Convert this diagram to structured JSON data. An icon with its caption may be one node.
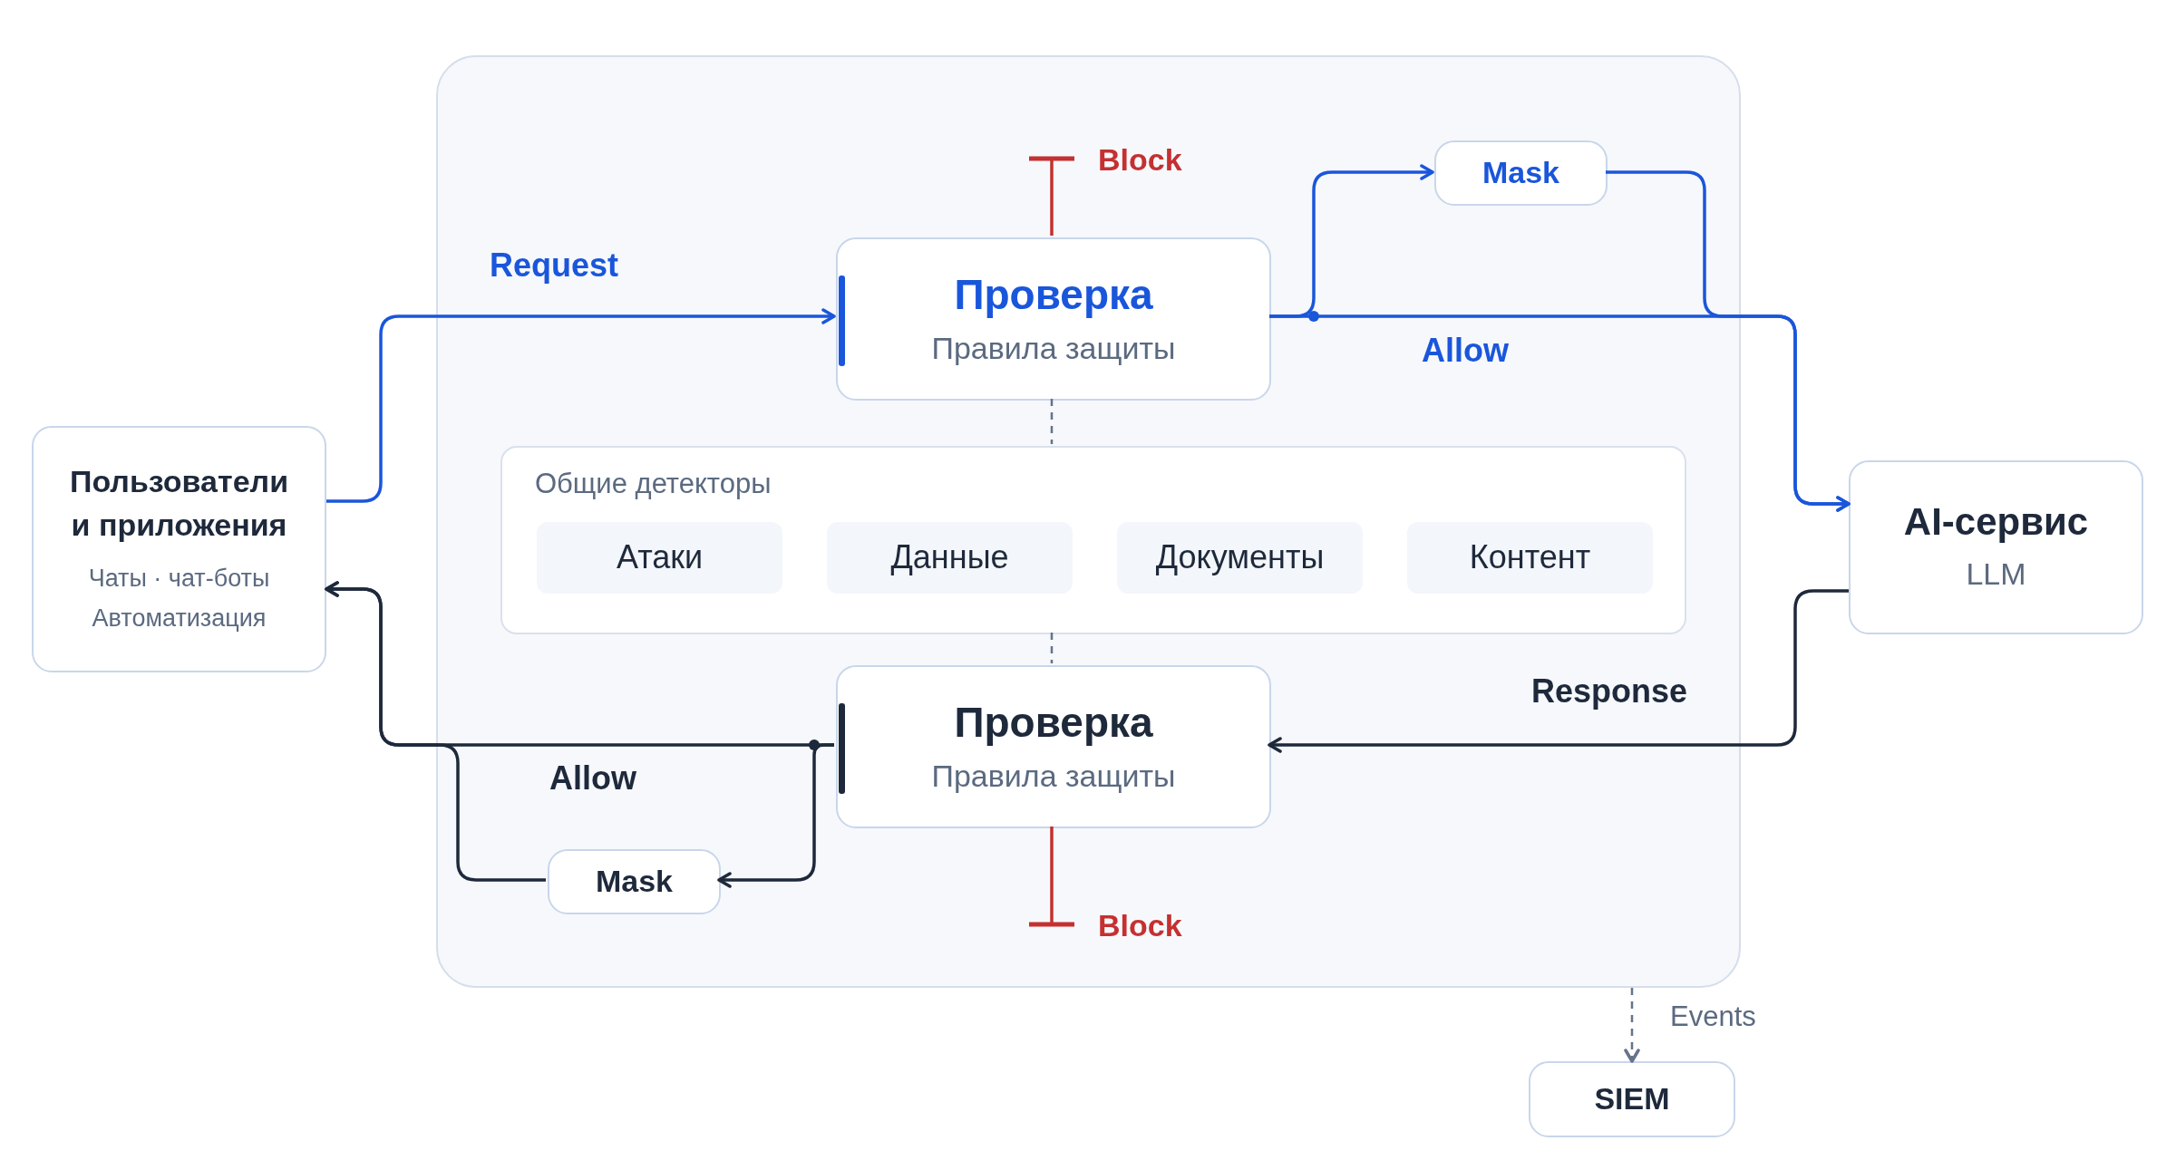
{
  "diagram": {
    "nodes": [
      {
        "text": [],
        "shape": "box"
      },
      {
        "text": [
          "Пользователи и приложения",
          "Чаты · чат-боты Автоматизация"
        ]
      },
      {
        "text": [
          "Проверка",
          "Правила защиты"
        ],
        "in": 0
      },
      {
        "text": [
          "Mask"
        ],
        "in": 0
      },
      {
        "text": [
          "Block"
        ],
        "in": 0
      },
      {
        "text": [
          "Общие детекторы"
        ],
        "in": 0
      },
      {
        "text": [
          "Атаки"
        ],
        "in": 5
      },
      {
        "text": [
          "Данные"
        ],
        "in": 5
      },
      {
        "text": [
          "Документы"
        ],
        "in": 5
      },
      {
        "text": [
          "Контент"
        ],
        "in": 5
      },
      {
        "text": [
          "Проверка",
          "Правила защиты"
        ],
        "in": 0
      },
      {
        "text": [
          "Mask"
        ],
        "in": 0
      },
      {
        "text": [
          "Block"
        ],
        "in": 0
      },
      {
        "text": [
          "AI-сервис",
          "LLM"
        ]
      },
      {
        "text": [
          "SIEM"
        ]
      }
    ],
    "edges": [
      {
        "from": 1,
        "to": 2,
        "arrow": "to",
        "label": "Request",
        "color": "#1a56db"
      },
      {
        "from": 2,
        "to": 3,
        "arrow": "to",
        "color": "#1a56db"
      },
      {
        "from": 3,
        "to": 13,
        "arrow": "to",
        "color": "#1a56db"
      },
      {
        "from": 2,
        "to": 13,
        "arrow": "to",
        "label": "Allow",
        "color": "#1a56db"
      },
      {
        "from": 2,
        "to": 4,
        "arrow": "other",
        "color": "#c53030"
      },
      {
        "from": 2,
        "to": 5,
        "arrow": "none",
        "style": "dashed",
        "color": "#64748b"
      },
      {
        "from": 5,
        "to": 10,
        "arrow": "none",
        "style": "dashed",
        "color": "#64748b"
      },
      {
        "from": 13,
        "to": 10,
        "arrow": "to",
        "label": "Response",
        "color": "#1e293b"
      },
      {
        "from": 10,
        "to": 1,
        "arrow": "to",
        "label": "Allow",
        "color": "#1e293b"
      },
      {
        "from": 10,
        "to": 11,
        "arrow": "to",
        "color": "#1e293b"
      },
      {
        "from": 11,
        "to": 1,
        "arrow": "to",
        "color": "#1e293b"
      },
      {
        "from": 10,
        "to": 12,
        "arrow": "other",
        "color": "#c53030"
      },
      {
        "from": 0,
        "to": 14,
        "arrow": "to",
        "label": "Events",
        "style": "dashed",
        "color": "#64748b"
      }
    ]
  }
}
